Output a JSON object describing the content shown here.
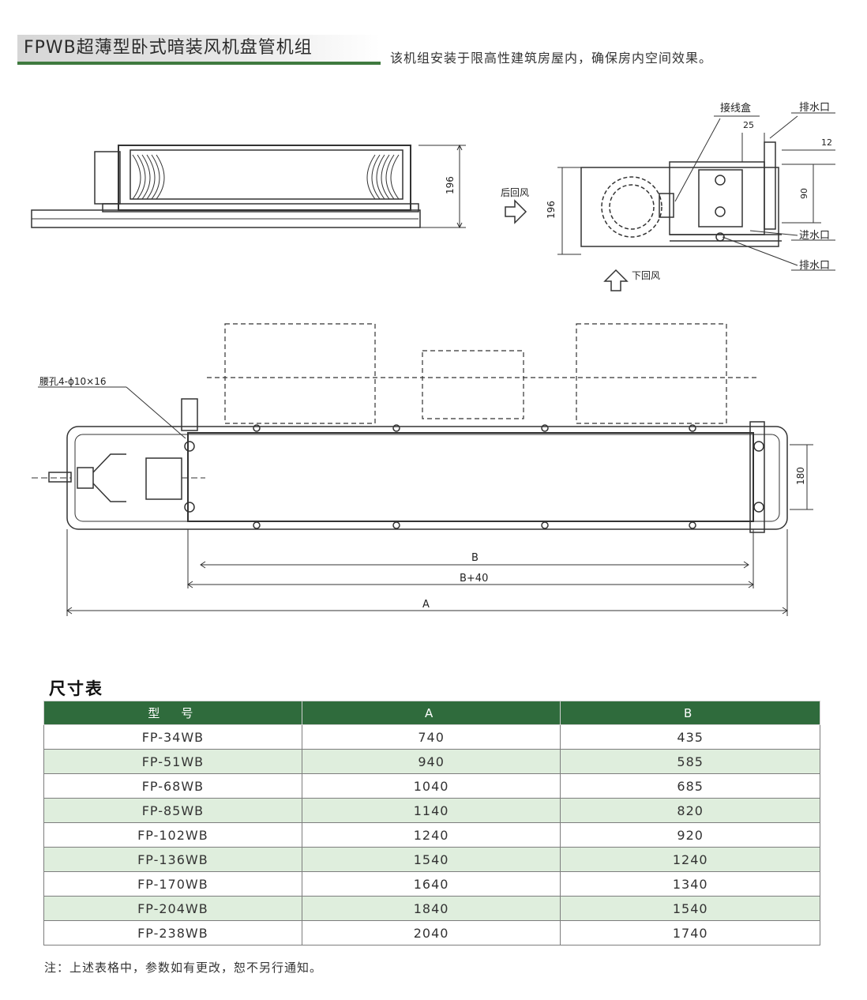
{
  "header": {
    "title": "FPWB超薄型卧式暗装风机盘管机组",
    "subtitle": "该机组安装于限高性建筑房屋内，确保房内空间效果。"
  },
  "drawing": {
    "side_height_label": "196",
    "end_height_label": "196",
    "junction_box_label": "接线盒",
    "condensate_label": "排水口",
    "inlet_label": "进水口",
    "drain_label": "排水口",
    "dim_25": "25",
    "dim_12": "12",
    "dim_90": "90",
    "rear_return_label": "后回风",
    "bottom_return_label": "下回风",
    "mount_hole_label": "腰孔4-ϕ10×16",
    "dim_180": "180",
    "dim_b": "B",
    "dim_b40": "B+40",
    "dim_a": "A"
  },
  "table": {
    "title": "尺寸表",
    "headers": [
      "型　号",
      "A",
      "B"
    ],
    "rows": [
      [
        "FP-34WB",
        "740",
        "435"
      ],
      [
        "FP-51WB",
        "940",
        "585"
      ],
      [
        "FP-68WB",
        "1040",
        "685"
      ],
      [
        "FP-85WB",
        "1140",
        "820"
      ],
      [
        "FP-102WB",
        "1240",
        "920"
      ],
      [
        "FP-136WB",
        "1540",
        "1240"
      ],
      [
        "FP-170WB",
        "1640",
        "1340"
      ],
      [
        "FP-204WB",
        "1840",
        "1540"
      ],
      [
        "FP-238WB",
        "2040",
        "1740"
      ]
    ]
  },
  "note": "注：上述表格中，参数如有更改，恕不另行通知。"
}
